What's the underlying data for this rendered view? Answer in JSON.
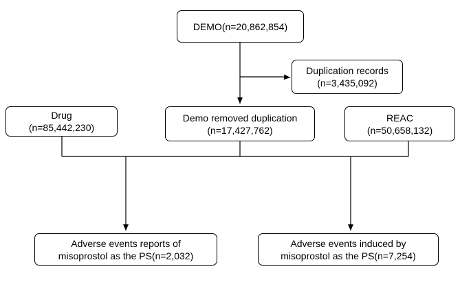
{
  "nodes": {
    "demo": {
      "line1": "DEMO(n=20,862,854)"
    },
    "duplication": {
      "line1": "Duplication records",
      "line2": "(n=3,435,092)"
    },
    "drug": {
      "line1": "Drug",
      "line2": "(n=85,442,230)"
    },
    "demo_removed": {
      "line1": "Demo removed duplication",
      "line2": "(n=17,427,762)"
    },
    "reac": {
      "line1": "REAC",
      "line2": "(n=50,658,132)"
    },
    "ae_reports": {
      "line1": "Adverse events reports of",
      "line2": "misoprostol as the PS(n=2,032)"
    },
    "ae_induced": {
      "line1": "Adverse events induced by",
      "line2": "misoprostol as the PS(n=7,254)"
    }
  },
  "colors": {
    "line": "#000000",
    "box_fill": "#ffffff"
  }
}
